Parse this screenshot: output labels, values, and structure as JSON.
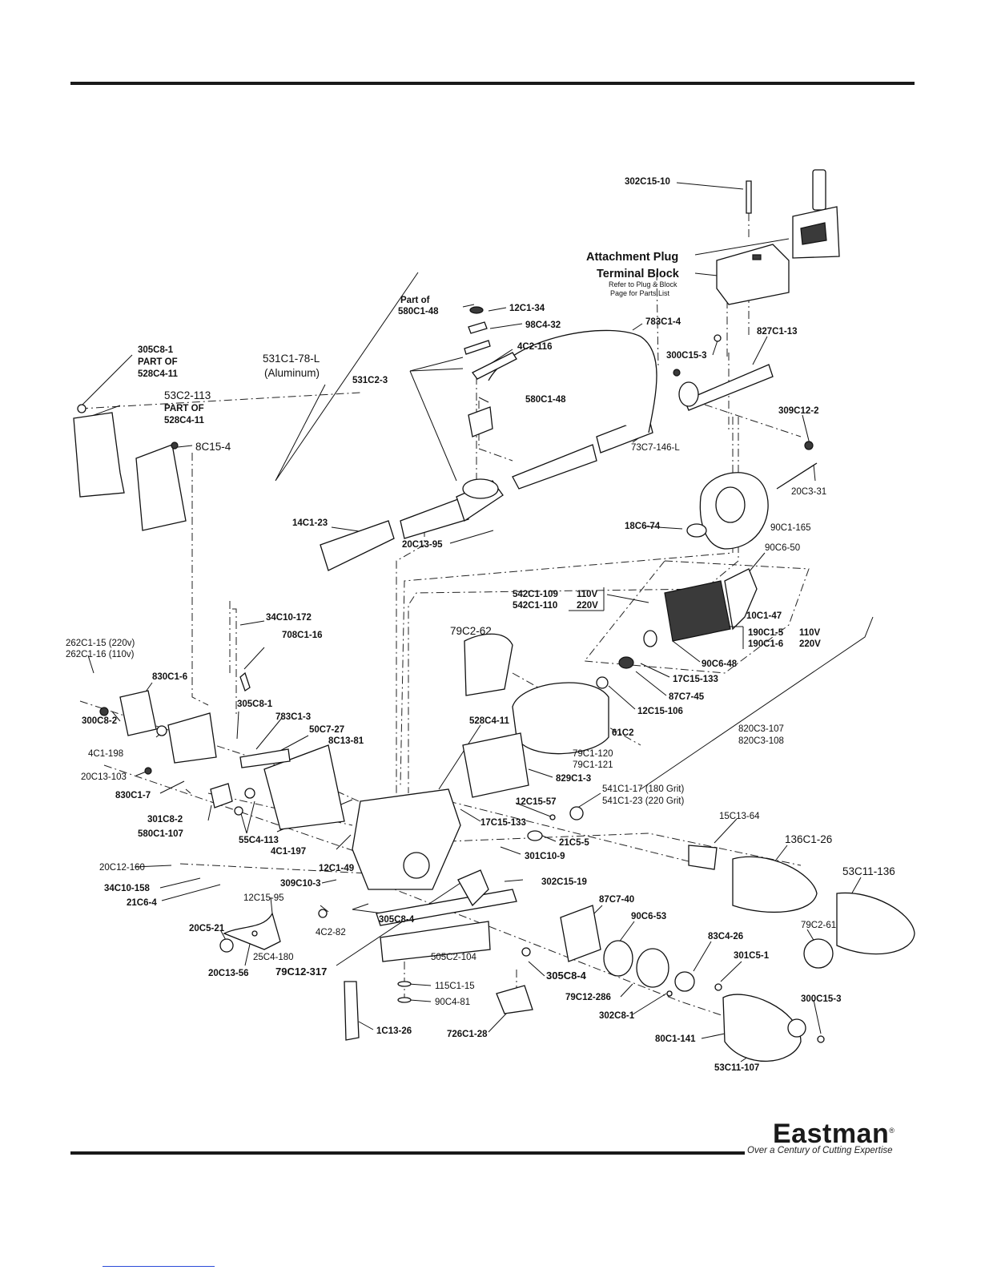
{
  "brand": {
    "name": "Eastman",
    "mark": "®",
    "tagline": "Over a Century of Cutting Expertise"
  },
  "callouts": {
    "attachment_plug": "Attachment Plug",
    "terminal_block": "Terminal Block",
    "refer_line1": "Refer to Plug & Block",
    "refer_line2": "Page for Parts List",
    "part_of": "Part of",
    "part_of_caps": "PART OF",
    "aluminum": "(Aluminum)"
  },
  "parts": {
    "p302C15_10": "302C15-10",
    "p580C1_48a": "580C1-48",
    "p12C1_34": "12C1-34",
    "p98C4_32": "98C4-32",
    "p783C1_4": "783C1-4",
    "p4C2_116": "4C2-116",
    "p300C15_3a": "300C15-3",
    "p827C1_13": "827C1-13",
    "p305C8_1a": "305C8-1",
    "p528C4_11a": "528C4-11",
    "p531C1_78L": "531C1-78-L",
    "p531C2_3": "531C2-3",
    "p580C1_48b": "580C1-48",
    "p309C12_2": "309C12-2",
    "p53C2_113": "53C2-113",
    "p528C4_11b": "528C4-11",
    "p8C15_4": "8C15-4",
    "p73C7_146L": "73C7-146-L",
    "p20C3_31": "20C3-31",
    "p14C1_23": "14C1-23",
    "p18C6_74": "18C6-74",
    "p90C1_165": "90C1-165",
    "p20C13_95": "20C13-95",
    "p90C6_50": "90C6-50",
    "p542C1_109": "542C1-109",
    "v110a": "110V",
    "p542C1_110": "542C1-110",
    "v220a": "220V",
    "p10C1_47": "10C1-47",
    "p34C10_172": "34C10-172",
    "p79C2_62": "79C2-62",
    "p190C1_5": "190C1-5",
    "v110b": "110V",
    "p190C1_6": "190C1-6",
    "v220b": "220V",
    "p708C1_16": "708C1-16",
    "p262C1_15": "262C1-15 (220v)",
    "p262C1_16": "262C1-16 (110v)",
    "p90C6_48": "90C6-48",
    "p17C15_133a": "17C15-133",
    "p830C1_6": "830C1-6",
    "p87C7_45": "87C7-45",
    "p305C8_1b": "305C8-1",
    "p12C15_106": "12C15-106",
    "p783C1_3": "783C1-3",
    "p300C8_2": "300C8-2",
    "p528C4_11c": "528C4-11",
    "p50C7_27": "50C7-27",
    "p61C2": "61C2",
    "p820C3_107": "820C3-107",
    "p820C3_108": "820C3-108",
    "p8C13_81": "8C13-81",
    "p4C1_198": "4C1-198",
    "p79C1_120": "79C1-120",
    "p79C1_121": "79C1-121",
    "p20C13_103": "20C13-103",
    "p829C1_3": "829C1-3",
    "p830C1_7": "830C1-7",
    "p541C1_17": "541C1-17 (180 Grit)",
    "p541C1_23": "541C1-23  (220 Grit)",
    "p301C8_2": "301C8-2",
    "p12C15_57": "12C15-57",
    "p15C13_64": "15C13-64",
    "p17C15_133b": "17C15-133",
    "p136C1_26": "136C1-26",
    "p580C1_107": "580C1-107",
    "p55C4_113": "55C4-113",
    "p21C5_5": "21C5-5",
    "p53C11_136": "53C11-136",
    "p4C1_197": "4C1-197",
    "p301C10_9": "301C10-9",
    "p20C12_160": "20C12-160",
    "p12C1_49": "12C1-49",
    "p302C15_19": "302C15-19",
    "p34C10_158": "34C10-158",
    "p309C10_3": "309C10-3",
    "p21C6_4": "21C6-4",
    "p12C15_95": "12C15-95",
    "p87C7_40": "87C7-40",
    "p90C6_53": "90C6-53",
    "p305C8_4a": "305C8-4",
    "p4C2_82": "4C2-82",
    "p83C4_26": "83C4-26",
    "p79C2_61": "79C2-61",
    "p20C5_21": "20C5-21",
    "p301C5_1": "301C5-1",
    "p25C4_180": "25C4-180",
    "p505C2_104": "505C2-104",
    "p20C13_56": "20C13-56",
    "p79C12_317": "79C12-317",
    "p305C8_4b": "305C8-4",
    "p115C1_15": "115C1-15",
    "p79C12_286": "79C12-286",
    "p300C15_3b": "300C15-3",
    "p90C4_81": "90C4-81",
    "p302C8_1": "302C8-1",
    "p1C13_26": "1C13-26",
    "p726C1_28": "726C1-28",
    "p80C1_141": "80C1-141",
    "p53C11_107": "53C11-107"
  }
}
